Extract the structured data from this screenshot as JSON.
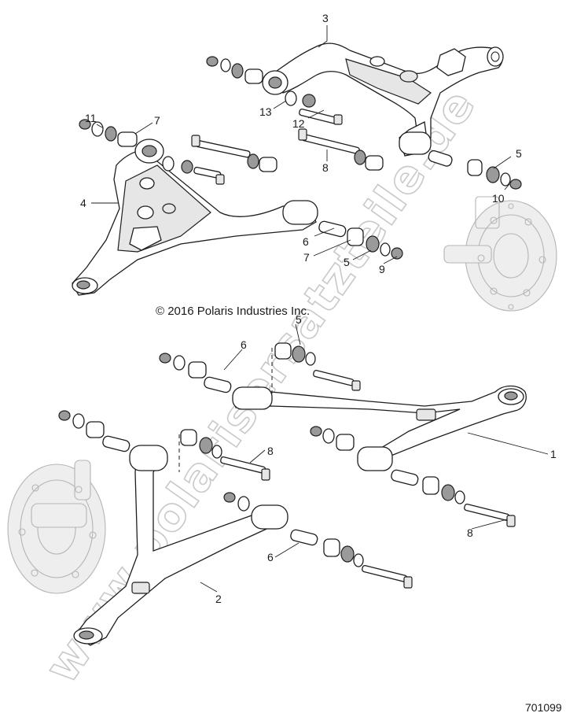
{
  "copyright": "© 2016 Polaris Industries Inc.",
  "document_number": "701099",
  "watermark": "www.polarisersatzteile.de",
  "callouts": [
    "3",
    "13",
    "12",
    "11",
    "7",
    "4",
    "8",
    "5",
    "10",
    "6",
    "7",
    "5",
    "9",
    "5",
    "6",
    "8",
    "1",
    "8",
    "6",
    "2"
  ]
}
